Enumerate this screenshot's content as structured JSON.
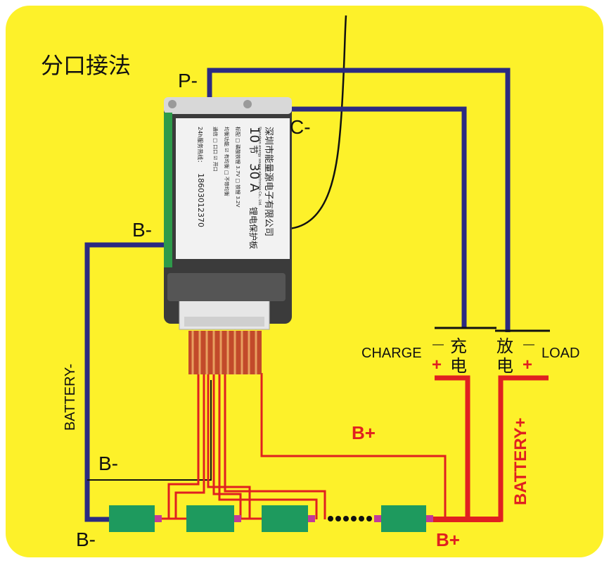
{
  "title": "分口接法",
  "labels": {
    "p_minus": "P-",
    "c_minus": "C-",
    "b_minus_top": "B-",
    "b_minus_mid": "B-",
    "b_minus_bottom": "B-",
    "battery_minus": "BATTERY-",
    "battery_plus": "BATTERY+",
    "b_plus_mid": "B+",
    "b_plus_bottom": "B+",
    "charge": "CHARGE",
    "charge_cn_1": "充",
    "charge_cn_2": "电",
    "load": "LOAD",
    "discharge_cn_1": "放",
    "discharge_cn_2": "电",
    "minus_sign": "—",
    "plus_sign": "+"
  },
  "board": {
    "count": "10",
    "unit": "节",
    "current": "30 A",
    "product": "锂电保护板",
    "company": "深圳市能量源电子有限公司",
    "company_en": "Shenzhen energy source electronics Co., Ltd.",
    "options_1": "标配 □ 磷酸铁锂 3.7V  □ 铁锂 3.2V",
    "options_2": "均衡功能 ☑ 有均衡  □ 不带均衡",
    "options_3": "通信 □ 口口  ☑ 开口",
    "hotline_label": "24h服务热线：",
    "hotline": "18603012370"
  },
  "colors": {
    "background": "#fdf12a",
    "negative_wire": "#2b2a82",
    "positive_wire": "#e02020",
    "cell": "#1e9a5e",
    "board": "#3a3a3a"
  }
}
